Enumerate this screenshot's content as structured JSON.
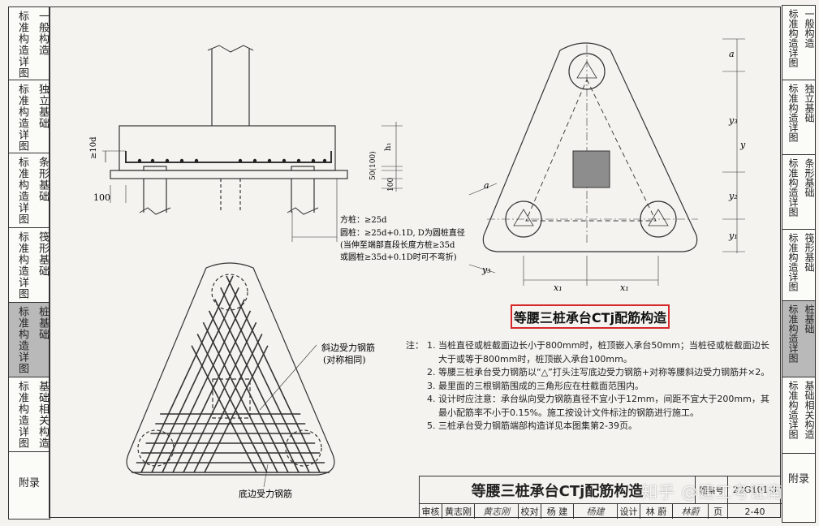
{
  "categories_left": [
    {
      "a": "标准构造详图",
      "b": "一般构造",
      "active": false
    },
    {
      "a": "标准构造详图",
      "b": "独立基础",
      "active": false
    },
    {
      "a": "标准构造详图",
      "b": "条形基础",
      "active": false
    },
    {
      "a": "标准构造详图",
      "b": "筏形基础",
      "active": false
    },
    {
      "a": "标准构造详图",
      "b": "桩基础",
      "active": true
    },
    {
      "a": "标准构造详图",
      "b": "基础相关构造",
      "active": false
    }
  ],
  "categories_right": [
    {
      "a": "标准构造详图",
      "b": "一般构造",
      "active": false
    },
    {
      "a": "标准构造详图",
      "b": "独立基础",
      "active": false
    },
    {
      "a": "标准构造详图",
      "b": "条形基础",
      "active": false
    },
    {
      "a": "标准构造详图",
      "b": "筏形基础",
      "active": false
    },
    {
      "a": "标准构造详图",
      "b": "桩基础",
      "active": true
    },
    {
      "a": "标准构造详图",
      "b": "基础相关构造",
      "active": false
    }
  ],
  "appendix_label": "附录",
  "section": {
    "dim_10d": "≥10d",
    "dim_100_left": "100",
    "dim_100_right": "100",
    "dim_h1": "h₁",
    "dim_50_100": "50(100)",
    "anchor_square": "方桩：≥25d",
    "anchor_round": "圆桩：≥25d+0.1D, D为圆桩直径",
    "anchor_note_1": "(当伸至端部直段长度方桩≥35d",
    "anchor_note_2": "或圆桩≥35d+0.1D时可不弯折)"
  },
  "plan": {
    "label_a_top": "a",
    "label_y3": "y₃",
    "label_y": "y",
    "label_y2": "y₂",
    "label_y1": "y₁",
    "label_a_side": "a",
    "label_y3_side": "y₃",
    "label_x1_left": "x₁",
    "label_x1_right": "x₁"
  },
  "rebar": {
    "oblique_label": "斜边受力钢筋",
    "oblique_sub": "(对称相同)",
    "bottom_label": "底边受力钢筋"
  },
  "caption": "等腰三桩承台CTj配筋构造",
  "notes": {
    "label": "注：",
    "items": [
      "1. 当桩直径或桩截面边长小于800mm时，桩顶嵌入承台50mm；当桩径或桩截面边长大于或等于800mm时，桩顶嵌入承台100mm。",
      "2. 等腰三桩承台受力钢筋以“△”打头注写底边受力钢筋+对称等腰斜边受力钢筋并×2。",
      "3. 最里面的三根钢筋围成的三角形应在柱截面范围内。",
      "4. 设计时应注意：承台纵向受力钢筋直径不宜小于12mm，间距不宜大于200mm，其最小配筋率不小于0.15%。施工按设计文件标注的钢筋进行施工。",
      "5. 三桩承台受力钢筋端部构造详见本图集第2-39页。"
    ]
  },
  "title_block": {
    "title": "等腰三桩承台CTj配筋构造",
    "atlas_label": "图集号",
    "atlas_no": "22G101-3",
    "review_label": "审核",
    "review_name": "黄志刚",
    "review_sig": "黄志刚",
    "check_label": "校对",
    "check_name": "杨 建",
    "check_sig": "杨建",
    "design_label": "设计",
    "design_name": "林 蔚",
    "design_sig": "林蔚",
    "page_label": "页",
    "page_no": "2-40"
  },
  "watermark": "知乎 @建工考证南",
  "colors": {
    "highlight": "#d6272b",
    "column": "#8d8d8d",
    "active_tab": "#b9b9b9"
  }
}
